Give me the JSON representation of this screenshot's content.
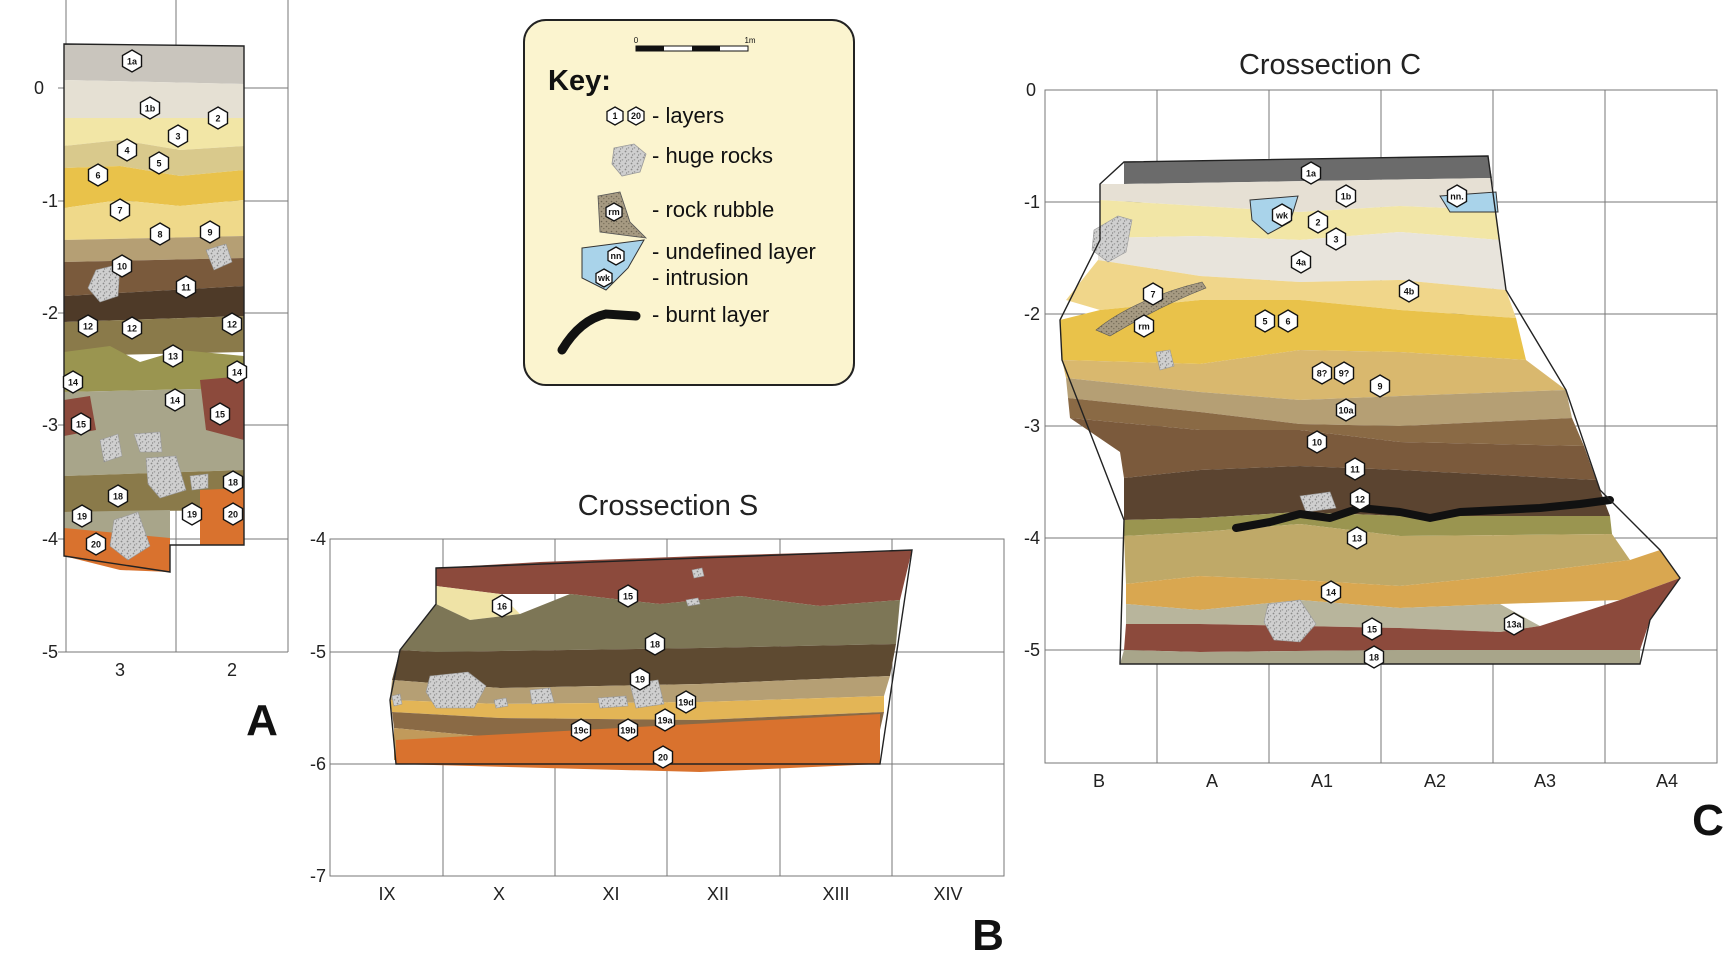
{
  "panels": {
    "A": {
      "letter": "A",
      "y_ticks": [
        "0",
        "-1",
        "-2",
        "-3",
        "-4",
        "-5"
      ],
      "x_ticks": [
        "3",
        "2"
      ],
      "labels": [
        "1a",
        "1b",
        "2",
        "3",
        "4",
        "5",
        "6",
        "7",
        "8",
        "9",
        "10",
        "11",
        "12",
        "12",
        "12",
        "13",
        "14",
        "14",
        "14",
        "15",
        "15",
        "18",
        "18",
        "19",
        "19",
        "20",
        "20"
      ]
    },
    "B": {
      "letter": "B",
      "title": "Crossection S",
      "y_ticks": [
        "-4",
        "-5",
        "-6",
        "-7"
      ],
      "x_ticks": [
        "IX",
        "X",
        "XI",
        "XII",
        "XIII",
        "XIV"
      ],
      "labels": [
        "16",
        "15",
        "18",
        "19",
        "19d",
        "19a",
        "19c",
        "19b",
        "20"
      ]
    },
    "C": {
      "letter": "C",
      "title": "Crossection C",
      "y_ticks": [
        "0",
        "-1",
        "-2",
        "-3",
        "-4",
        "-5"
      ],
      "x_ticks": [
        "B",
        "A",
        "A1",
        "A2",
        "A3",
        "A4"
      ],
      "labels": [
        "1a",
        "1b",
        "nn.",
        "wk",
        "2",
        "3",
        "4a",
        "4b",
        "7",
        "rm",
        "5",
        "6",
        "8?",
        "9?",
        "9",
        "10a",
        "10",
        "11",
        "12",
        "13",
        "14",
        "15",
        "13a",
        "18"
      ]
    }
  },
  "key": {
    "scale_start": "0",
    "scale_end": "1m",
    "heading": "Key:",
    "layer_example_1": "1",
    "layer_example_2": "20",
    "rubble_tag": "rm",
    "undefined_tag_1": "nn",
    "undefined_tag_2": "wk",
    "items": [
      "- layers",
      "- huge rocks",
      "- rock rubble",
      "- undefined layer",
      "- intrusion",
      "- burnt layer"
    ]
  },
  "colors": {
    "light_grey": "#c9c5bd",
    "pale_yellow": "#f2e6a6",
    "yellow": "#e9c24a",
    "ochre": "#d9b86e",
    "tan": "#b59f74",
    "brown": "#8a6a45",
    "dark_brown": "#5b4430",
    "olive": "#9a9550",
    "grey_green": "#a8a58a",
    "red_brown": "#8c4a3c",
    "orange": "#d9722e",
    "blue": "#a9d3ea",
    "key_bg": "#fbf4cf",
    "burnt": "#111111"
  }
}
